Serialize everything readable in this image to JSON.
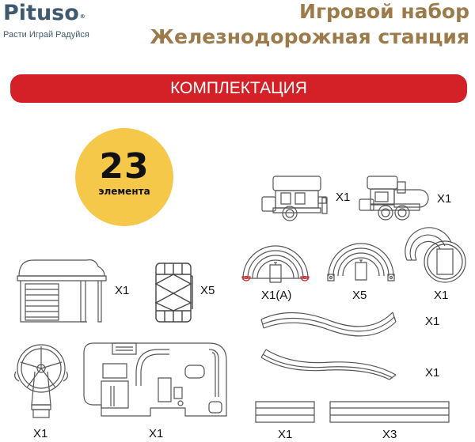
{
  "brand": {
    "logo_text": "Pituso",
    "registered_mark": "®",
    "tagline": "Расти Играй Радуйся",
    "color": "#3f5a70"
  },
  "title": {
    "line1": "Игровой набор",
    "line2": "Железнодорожная станция",
    "color": "#9c7a4a"
  },
  "banner": {
    "label": "КОМПЛЕКТАЦИЯ",
    "color": "#d42027"
  },
  "badge": {
    "count": "23",
    "label": "элемента",
    "color": "#f6c84a"
  },
  "items": [
    {
      "name": "wagon",
      "qty": "X1"
    },
    {
      "name": "locomotive",
      "qty": "X1"
    },
    {
      "name": "arch-bridge-a",
      "qty": "X1(A)"
    },
    {
      "name": "arch-bridge",
      "qty": "X5"
    },
    {
      "name": "spiral-track",
      "qty": "X1"
    },
    {
      "name": "garage-station",
      "qty": "X1"
    },
    {
      "name": "support-block",
      "qty": "X5"
    },
    {
      "name": "curved-track-1",
      "qty": "X1"
    },
    {
      "name": "curved-track-2",
      "qty": "X1"
    },
    {
      "name": "ferris-wheel",
      "qty": "X1"
    },
    {
      "name": "base-platform",
      "qty": "X1"
    },
    {
      "name": "short-straight-track",
      "qty": "X1"
    },
    {
      "name": "long-straight-track",
      "qty": "X3"
    }
  ]
}
